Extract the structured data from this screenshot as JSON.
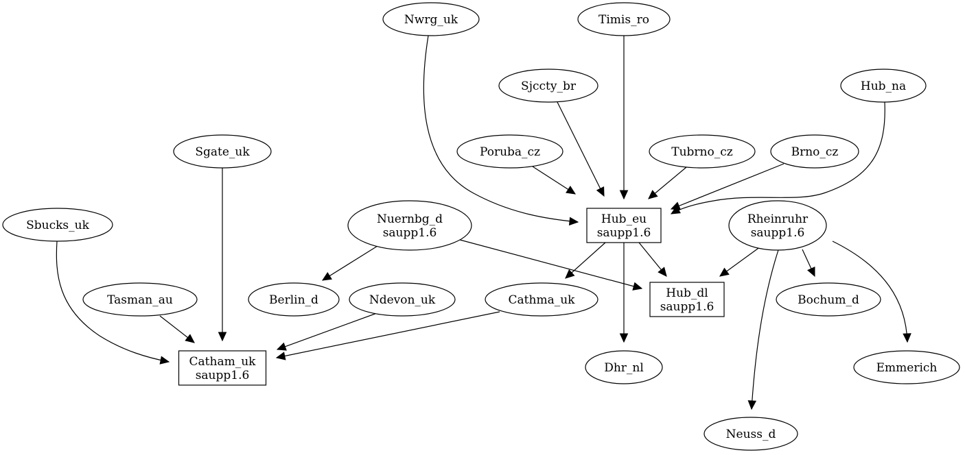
{
  "graph": {
    "type": "directed",
    "nodes": [
      {
        "id": "nwrg_uk",
        "shape": "ellipse",
        "lines": [
          "Nwrg_uk"
        ]
      },
      {
        "id": "timis_ro",
        "shape": "ellipse",
        "lines": [
          "Timis_ro"
        ]
      },
      {
        "id": "sjccty_br",
        "shape": "ellipse",
        "lines": [
          "Sjccty_br"
        ]
      },
      {
        "id": "hub_na",
        "shape": "ellipse",
        "lines": [
          "Hub_na"
        ]
      },
      {
        "id": "sgate_uk",
        "shape": "ellipse",
        "lines": [
          "Sgate_uk"
        ]
      },
      {
        "id": "poruba_cz",
        "shape": "ellipse",
        "lines": [
          "Poruba_cz"
        ]
      },
      {
        "id": "tubrno_cz",
        "shape": "ellipse",
        "lines": [
          "Tubrno_cz"
        ]
      },
      {
        "id": "brno_cz",
        "shape": "ellipse",
        "lines": [
          "Brno_cz"
        ]
      },
      {
        "id": "sbucks_uk",
        "shape": "ellipse",
        "lines": [
          "Sbucks_uk"
        ]
      },
      {
        "id": "nuernbg_d",
        "shape": "ellipse",
        "lines": [
          "Nuernbg_d",
          "saupp1.6"
        ]
      },
      {
        "id": "hub_eu",
        "shape": "box",
        "lines": [
          "Hub_eu",
          "saupp1.6"
        ]
      },
      {
        "id": "rheinruhr",
        "shape": "ellipse",
        "lines": [
          "Rheinruhr",
          "saupp1.6"
        ]
      },
      {
        "id": "tasman_au",
        "shape": "ellipse",
        "lines": [
          "Tasman_au"
        ]
      },
      {
        "id": "berlin_d",
        "shape": "ellipse",
        "lines": [
          "Berlin_d"
        ]
      },
      {
        "id": "ndevon_uk",
        "shape": "ellipse",
        "lines": [
          "Ndevon_uk"
        ]
      },
      {
        "id": "cathma_uk",
        "shape": "ellipse",
        "lines": [
          "Cathma_uk"
        ]
      },
      {
        "id": "hub_dl",
        "shape": "box",
        "lines": [
          "Hub_dl",
          "saupp1.6"
        ]
      },
      {
        "id": "bochum_d",
        "shape": "ellipse",
        "lines": [
          "Bochum_d"
        ]
      },
      {
        "id": "catham_uk",
        "shape": "box",
        "lines": [
          "Catham_uk",
          "saupp1.6"
        ]
      },
      {
        "id": "dhr_nl",
        "shape": "ellipse",
        "lines": [
          "Dhr_nl"
        ]
      },
      {
        "id": "emmerich",
        "shape": "ellipse",
        "lines": [
          "Emmerich"
        ]
      },
      {
        "id": "neuss_d",
        "shape": "ellipse",
        "lines": [
          "Neuss_d"
        ]
      }
    ],
    "edges": [
      {
        "from": "nwrg_uk",
        "to": "hub_eu"
      },
      {
        "from": "timis_ro",
        "to": "hub_eu"
      },
      {
        "from": "sjccty_br",
        "to": "hub_eu"
      },
      {
        "from": "poruba_cz",
        "to": "hub_eu"
      },
      {
        "from": "tubrno_cz",
        "to": "hub_eu"
      },
      {
        "from": "brno_cz",
        "to": "hub_eu"
      },
      {
        "from": "hub_na",
        "to": "hub_eu"
      },
      {
        "from": "sgate_uk",
        "to": "catham_uk"
      },
      {
        "from": "sbucks_uk",
        "to": "catham_uk"
      },
      {
        "from": "tasman_au",
        "to": "catham_uk"
      },
      {
        "from": "ndevon_uk",
        "to": "catham_uk"
      },
      {
        "from": "cathma_uk",
        "to": "catham_uk"
      },
      {
        "from": "nuernbg_d",
        "to": "berlin_d"
      },
      {
        "from": "nuernbg_d",
        "to": "hub_dl"
      },
      {
        "from": "hub_eu",
        "to": "cathma_uk"
      },
      {
        "from": "hub_eu",
        "to": "dhr_nl"
      },
      {
        "from": "hub_eu",
        "to": "hub_dl"
      },
      {
        "from": "rheinruhr",
        "to": "hub_dl"
      },
      {
        "from": "rheinruhr",
        "to": "bochum_d"
      },
      {
        "from": "rheinruhr",
        "to": "neuss_d"
      },
      {
        "from": "rheinruhr",
        "to": "emmerich"
      }
    ]
  }
}
